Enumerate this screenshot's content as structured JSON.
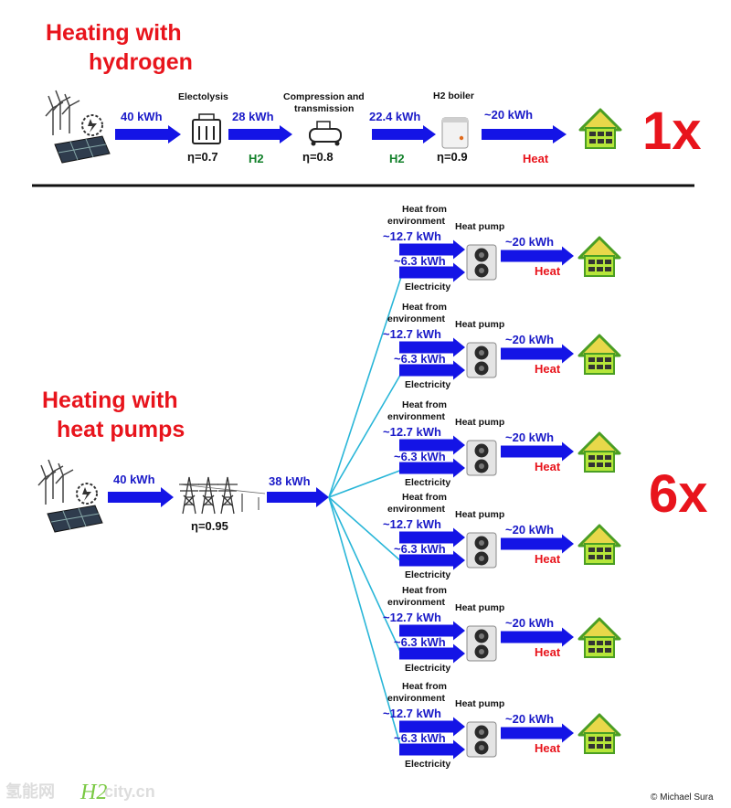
{
  "colors": {
    "title": "#e8141c",
    "arrow": "#1414e6",
    "line": "#29b6d8",
    "heat": "#e8141c",
    "h2": "#12802a"
  },
  "hydrogen": {
    "title_line1": "Heating with",
    "title_line2": "hydrogen",
    "input_kwh": "40 kWh",
    "electrolysis_label": "Electolysis",
    "electrolysis_eta": "η=0.7",
    "after_electrolysis_kwh": "28 kWh",
    "h2_label_1": "H2",
    "compression_label_line1": "Compression and",
    "compression_label_line2": "transmission",
    "compression_eta": "η=0.8",
    "after_compression_kwh": "22.4 kWh",
    "h2_label_2": "H2",
    "boiler_label": "H2 boiler",
    "boiler_eta": "η=0.9",
    "output_kwh": "~20  kWh",
    "output_label": "Heat",
    "multiplier": "1x",
    "icons": [
      "wind-solar-icon",
      "electrolyser-icon",
      "compressor-icon",
      "boiler-icon",
      "house-icon"
    ]
  },
  "heatpump": {
    "title_line1": "Heating with",
    "title_line2": "heat pumps",
    "input_kwh": "40 kWh",
    "grid_eta": "η=0.95",
    "after_grid_kwh": "38 kWh",
    "multiplier": "6x",
    "icons": [
      "wind-solar-icon",
      "power-grid-icon",
      "heat-pump-icon",
      "house-icon"
    ],
    "units": [
      {
        "env_line1": "Heat from",
        "env_line2": "environment",
        "env_kwh": "~12.7  kWh",
        "elec_kwh": "~6.3  kWh",
        "elec_label": "Electricity",
        "pump_label": "Heat pump",
        "out_kwh": "~20  kWh",
        "out_label": "Heat"
      },
      {
        "env_line1": "Heat from",
        "env_line2": "environment",
        "env_kwh": "~12.7  kWh",
        "elec_kwh": "~6.3  kWh",
        "elec_label": "Electricity",
        "pump_label": "Heat pump",
        "out_kwh": "~20  kWh",
        "out_label": "Heat"
      },
      {
        "env_line1": "Heat from",
        "env_line2": "environment",
        "env_kwh": "~12.7  kWh",
        "elec_kwh": "~6.3  kWh",
        "elec_label": "Electricity",
        "pump_label": "Heat pump",
        "out_kwh": "~20  kWh",
        "out_label": "Heat"
      },
      {
        "env_line1": "Heat from",
        "env_line2": "environment",
        "env_kwh": "~12.7  kWh",
        "elec_kwh": "~6.3  kWh",
        "elec_label": "Electricity",
        "pump_label": "Heat pump",
        "out_kwh": "~20  kWh",
        "out_label": "Heat"
      },
      {
        "env_line1": "Heat from",
        "env_line2": "environment",
        "env_kwh": "~12.7  kWh",
        "elec_kwh": "~6.3  kWh",
        "elec_label": "Electricity",
        "pump_label": "Heat pump",
        "out_kwh": "~20  kWh",
        "out_label": "Heat"
      },
      {
        "env_line1": "Heat from",
        "env_line2": "environment",
        "env_kwh": "~12.7  kWh",
        "elec_kwh": "~6.3  kWh",
        "elec_label": "Electricity",
        "pump_label": "Heat pump",
        "out_kwh": "~20  kWh",
        "out_label": "Heat"
      }
    ]
  },
  "footer": {
    "credit": "© Michael Sura",
    "watermark_text": "氢能网",
    "watermark_h2": "H2",
    "watermark_domain": "city.cn"
  }
}
